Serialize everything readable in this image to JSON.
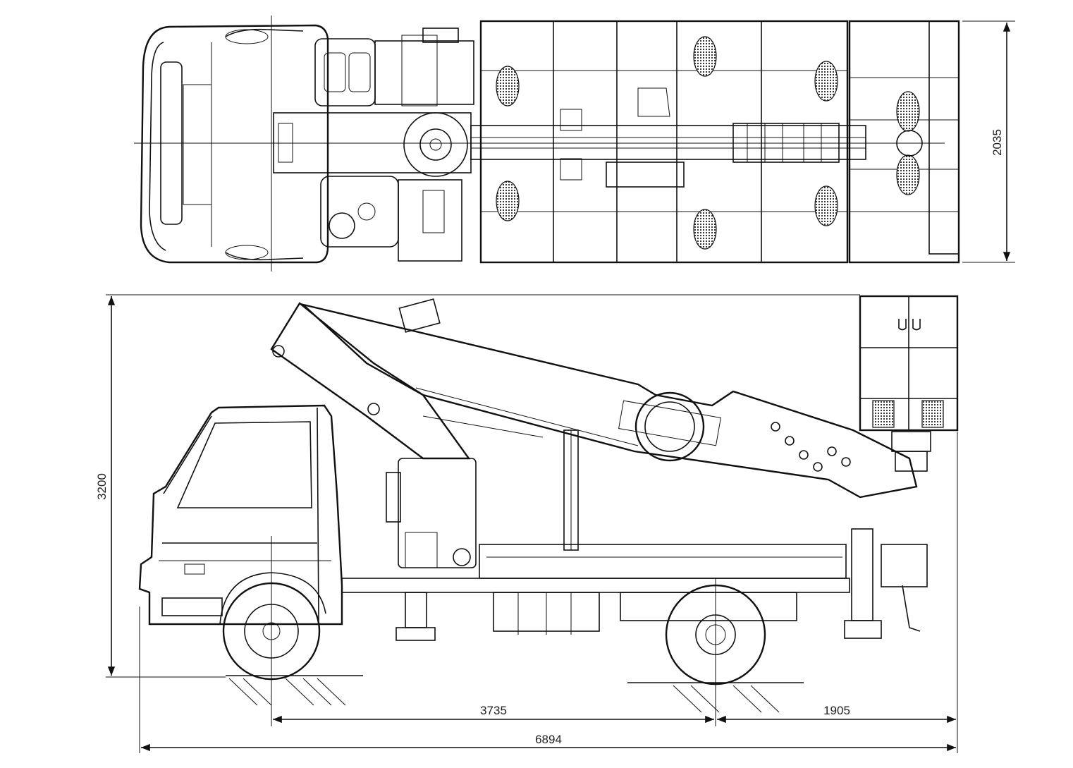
{
  "drawing": {
    "views": [
      "top-view",
      "side-view"
    ]
  },
  "dimensions": {
    "total_length": "6894",
    "wheelbase": "3735",
    "rear_overhang": "1905",
    "overall_height": "3200",
    "overall_width": "2035"
  }
}
